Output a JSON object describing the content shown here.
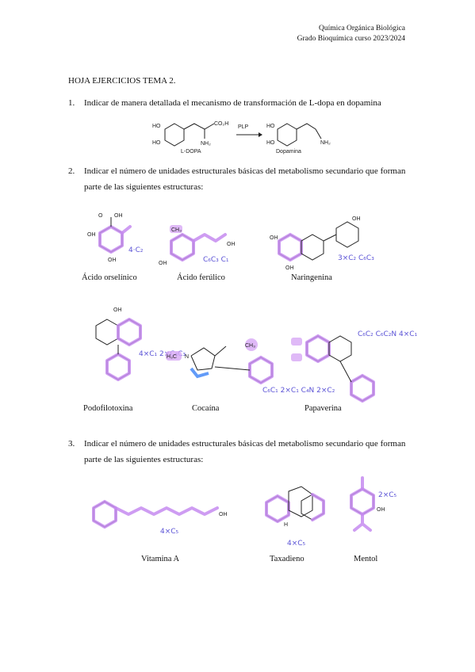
{
  "header": {
    "line1": "Química Orgánica Biológica",
    "line2": "Grado Bioquímica curso 2023/2024"
  },
  "title": "HOJA EJERCICIOS TEMA 2.",
  "questions": [
    {
      "num": "1.",
      "text": "Indicar de manera detallada el mecanismo de transformación de L-dopa en dopamina"
    },
    {
      "num": "2.",
      "text": "Indicar el número de unidades estructurales básicas del metabolismo secundario que forman parte de las siguientes estructuras:"
    },
    {
      "num": "3.",
      "text": "Indicar el número de unidades estructurales básicas del metabolismo secundario que forman parte de las siguientes estructuras:"
    }
  ],
  "scheme1": {
    "left_label": "L-DOPA",
    "right_label": "Dopamina",
    "cofactor": "PLP",
    "ho": "HO",
    "cooh": "CO₂H",
    "nh2": "NH₂"
  },
  "compounds_q2": [
    {
      "name": "Ácido orselínico",
      "note": "4·C₂"
    },
    {
      "name": "Ácido ferúlico",
      "note": "C₆C₃ C₁"
    },
    {
      "name": "Naringenina",
      "note": "3×C₂ C₆C₃"
    },
    {
      "name": "Podofilotoxina",
      "note": "4×C₁ 2×C₆C₃"
    },
    {
      "name": "Cocaína",
      "note": "C₆C₁ 2×C₁ C₄N 2×C₂"
    },
    {
      "name": "Papaverina",
      "note": "C₆C₂ C₆C₂N 4×C₁"
    }
  ],
  "compounds_q3": [
    {
      "name": "Vitamina A",
      "note": "4×C₅"
    },
    {
      "name": "Taxadieno",
      "note": "4×C₅"
    },
    {
      "name": "Mentol",
      "note": "2×C₅"
    }
  ],
  "chem_labels": {
    "oh": "OH",
    "h": "H",
    "h3c": "H₃C",
    "ch3": "CH₃",
    "n": "N",
    "o": "O"
  }
}
